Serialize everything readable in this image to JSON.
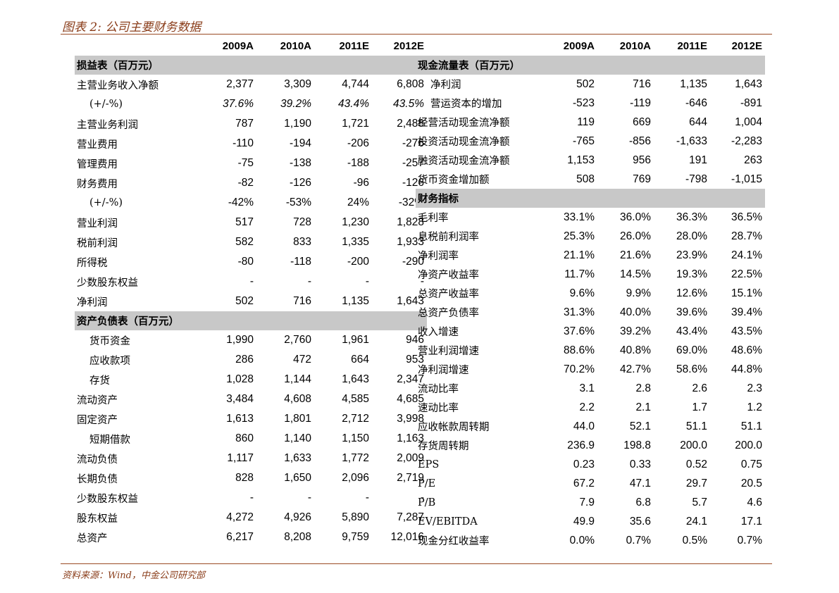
{
  "title": "图表 2: 公司主要财务数据",
  "source": "资料来源：Wind，中金公司研究部",
  "years": [
    "2009A",
    "2010A",
    "2011E",
    "2012E"
  ],
  "left": {
    "income": {
      "title": "损益表（百万元）",
      "rows": [
        {
          "label": "主营业务收入净额",
          "values": [
            "2,377",
            "3,309",
            "4,744",
            "6,808"
          ]
        },
        {
          "label": "(+/-%)",
          "values": [
            "37.6%",
            "39.2%",
            "43.4%",
            "43.5%"
          ],
          "italic": true,
          "indent": true
        },
        {
          "label": "主营业务利润",
          "values": [
            "787",
            "1,190",
            "1,721",
            "2,488"
          ]
        },
        {
          "label": "营业费用",
          "values": [
            "-110",
            "-194",
            "-206",
            "-276"
          ]
        },
        {
          "label": "管理费用",
          "values": [
            "-75",
            "-138",
            "-188",
            "-257"
          ]
        },
        {
          "label": "财务费用",
          "values": [
            "-82",
            "-126",
            "-96",
            "-126"
          ]
        },
        {
          "label": "(+/-%)",
          "values": [
            "-42%",
            "-53%",
            "24%",
            "-32%"
          ],
          "indent": true
        },
        {
          "label": "营业利润",
          "values": [
            "517",
            "728",
            "1,230",
            "1,828"
          ]
        },
        {
          "label": "税前利润",
          "values": [
            "582",
            "833",
            "1,335",
            "1,933"
          ]
        },
        {
          "label": "所得税",
          "values": [
            "-80",
            "-118",
            "-200",
            "-290"
          ]
        },
        {
          "label": "少数股东权益",
          "values": [
            "-",
            "-",
            "-",
            "-"
          ]
        },
        {
          "label": "净利润",
          "values": [
            "502",
            "716",
            "1,135",
            "1,643"
          ]
        }
      ]
    },
    "balance": {
      "title": "资产负债表（百万元）",
      "rows": [
        {
          "label": "货币资金",
          "values": [
            "1,990",
            "2,760",
            "1,961",
            "946"
          ],
          "indent": true
        },
        {
          "label": "应收款项",
          "values": [
            "286",
            "472",
            "664",
            "953"
          ],
          "indent": true
        },
        {
          "label": "存货",
          "values": [
            "1,028",
            "1,144",
            "1,643",
            "2,347"
          ],
          "indent": true
        },
        {
          "label": "流动资产",
          "values": [
            "3,484",
            "4,608",
            "4,585",
            "4,685"
          ]
        },
        {
          "label": "固定资产",
          "values": [
            "1,613",
            "1,801",
            "2,712",
            "3,998"
          ]
        },
        {
          "label": "短期借款",
          "values": [
            "860",
            "1,140",
            "1,150",
            "1,163"
          ],
          "indent": true
        },
        {
          "label": "流动负债",
          "values": [
            "1,117",
            "1,633",
            "1,772",
            "2,009"
          ]
        },
        {
          "label": "长期负债",
          "values": [
            "828",
            "1,650",
            "2,096",
            "2,719"
          ]
        },
        {
          "label": "少数股东权益",
          "values": [
            "-",
            "-",
            "-",
            "-"
          ]
        },
        {
          "label": "股东权益",
          "values": [
            "4,272",
            "4,926",
            "5,890",
            "7,287"
          ]
        },
        {
          "label": "总资产",
          "values": [
            "6,217",
            "8,208",
            "9,759",
            "12,016"
          ]
        }
      ]
    }
  },
  "right": {
    "cashflow": {
      "title": "现金流量表（百万元）",
      "rows": [
        {
          "label": "净利润",
          "values": [
            "502",
            "716",
            "1,135",
            "1,643"
          ],
          "indent": true
        },
        {
          "label": "营运资本的增加",
          "values": [
            "-523",
            "-119",
            "-646",
            "-891"
          ],
          "indent": true
        },
        {
          "label": "经营活动现金流净额",
          "values": [
            "119",
            "669",
            "644",
            "1,004"
          ]
        },
        {
          "label": "投资活动现金流净额",
          "values": [
            "-765",
            "-856",
            "-1,633",
            "-2,283"
          ]
        },
        {
          "label": "融资活动现金流净额",
          "values": [
            "1,153",
            "956",
            "191",
            "263"
          ]
        },
        {
          "label": "货币资金增加额",
          "values": [
            "508",
            "769",
            "-798",
            "-1,015"
          ]
        }
      ]
    },
    "ratios": {
      "title": "财务指标",
      "rows": [
        {
          "label": "毛利率",
          "values": [
            "33.1%",
            "36.0%",
            "36.3%",
            "36.5%"
          ]
        },
        {
          "label": "息税前利润率",
          "values": [
            "25.3%",
            "26.0%",
            "28.0%",
            "28.7%"
          ]
        },
        {
          "label": "净利润率",
          "values": [
            "21.1%",
            "21.6%",
            "23.9%",
            "24.1%"
          ]
        },
        {
          "label": "净资产收益率",
          "values": [
            "11.7%",
            "14.5%",
            "19.3%",
            "22.5%"
          ]
        },
        {
          "label": "总资产收益率",
          "values": [
            "9.6%",
            "9.9%",
            "12.6%",
            "15.1%"
          ]
        },
        {
          "label": "总资产负债率",
          "values": [
            "31.3%",
            "40.0%",
            "39.6%",
            "39.4%"
          ]
        },
        {
          "label": "收入增速",
          "values": [
            "37.6%",
            "39.2%",
            "43.4%",
            "43.5%"
          ]
        },
        {
          "label": "营业利润增速",
          "values": [
            "88.6%",
            "40.8%",
            "69.0%",
            "48.6%"
          ]
        },
        {
          "label": "净利润增速",
          "values": [
            "70.2%",
            "42.7%",
            "58.6%",
            "44.8%"
          ]
        },
        {
          "label": "流动比率",
          "values": [
            "3.1",
            "2.8",
            "2.6",
            "2.3"
          ]
        },
        {
          "label": "速动比率",
          "values": [
            "2.2",
            "2.1",
            "1.7",
            "1.2"
          ]
        },
        {
          "label": "应收帐款周转期",
          "values": [
            "44.0",
            "52.1",
            "51.1",
            "51.1"
          ]
        },
        {
          "label": "存货周转期",
          "values": [
            "236.9",
            "198.8",
            "200.0",
            "200.0"
          ]
        },
        {
          "label": "EPS",
          "values": [
            "0.23",
            "0.33",
            "0.52",
            "0.75"
          ]
        },
        {
          "label": "P/E",
          "values": [
            "67.2",
            "47.1",
            "29.7",
            "20.5"
          ]
        },
        {
          "label": "P/B",
          "values": [
            "7.9",
            "6.8",
            "5.7",
            "4.6"
          ]
        },
        {
          "label": "EV/EBITDA",
          "values": [
            "49.9",
            "35.6",
            "24.1",
            "17.1"
          ]
        },
        {
          "label": "现金分红收益率",
          "values": [
            "0.0%",
            "0.7%",
            "0.5%",
            "0.7%"
          ]
        }
      ]
    }
  }
}
